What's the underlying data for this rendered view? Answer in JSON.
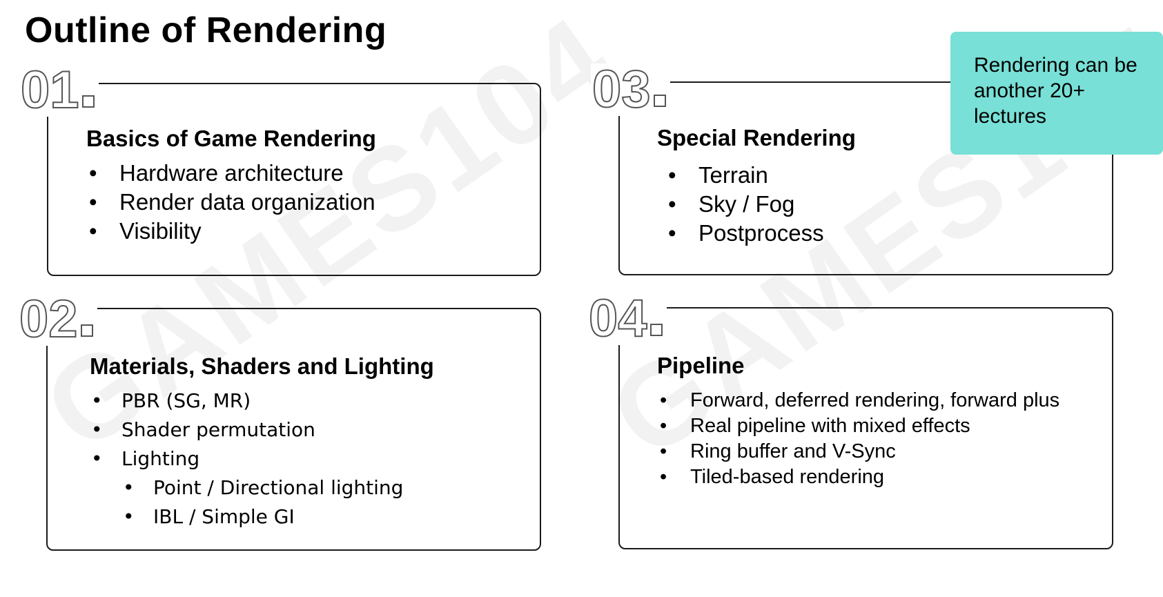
{
  "slide": {
    "title": "Outline of Rendering"
  },
  "watermark": {
    "text": "GAMES104"
  },
  "sections": [
    {
      "number": "01",
      "title": "Basics of Game Rendering",
      "items": [
        "Hardware architecture",
        "Render data organization",
        "Visibility"
      ]
    },
    {
      "number": "02",
      "title": "Materials, Shaders and Lighting",
      "items": [
        "PBR (SG, MR)",
        "Shader permutation",
        "Lighting"
      ],
      "subitems": [
        "Point / Directional lighting",
        "IBL / Simple GI"
      ]
    },
    {
      "number": "03",
      "title": "Special Rendering",
      "items": [
        "Terrain",
        "Sky / Fog",
        "Postprocess"
      ]
    },
    {
      "number": "04",
      "title": "Pipeline",
      "items": [
        "Forward, deferred rendering, forward plus",
        "Real pipeline with mixed effects",
        "Ring buffer and V-Sync",
        "Tiled-based rendering"
      ]
    }
  ],
  "note": {
    "text": "Rendering can be another 20+ lectures",
    "color": "#78e0d6"
  }
}
